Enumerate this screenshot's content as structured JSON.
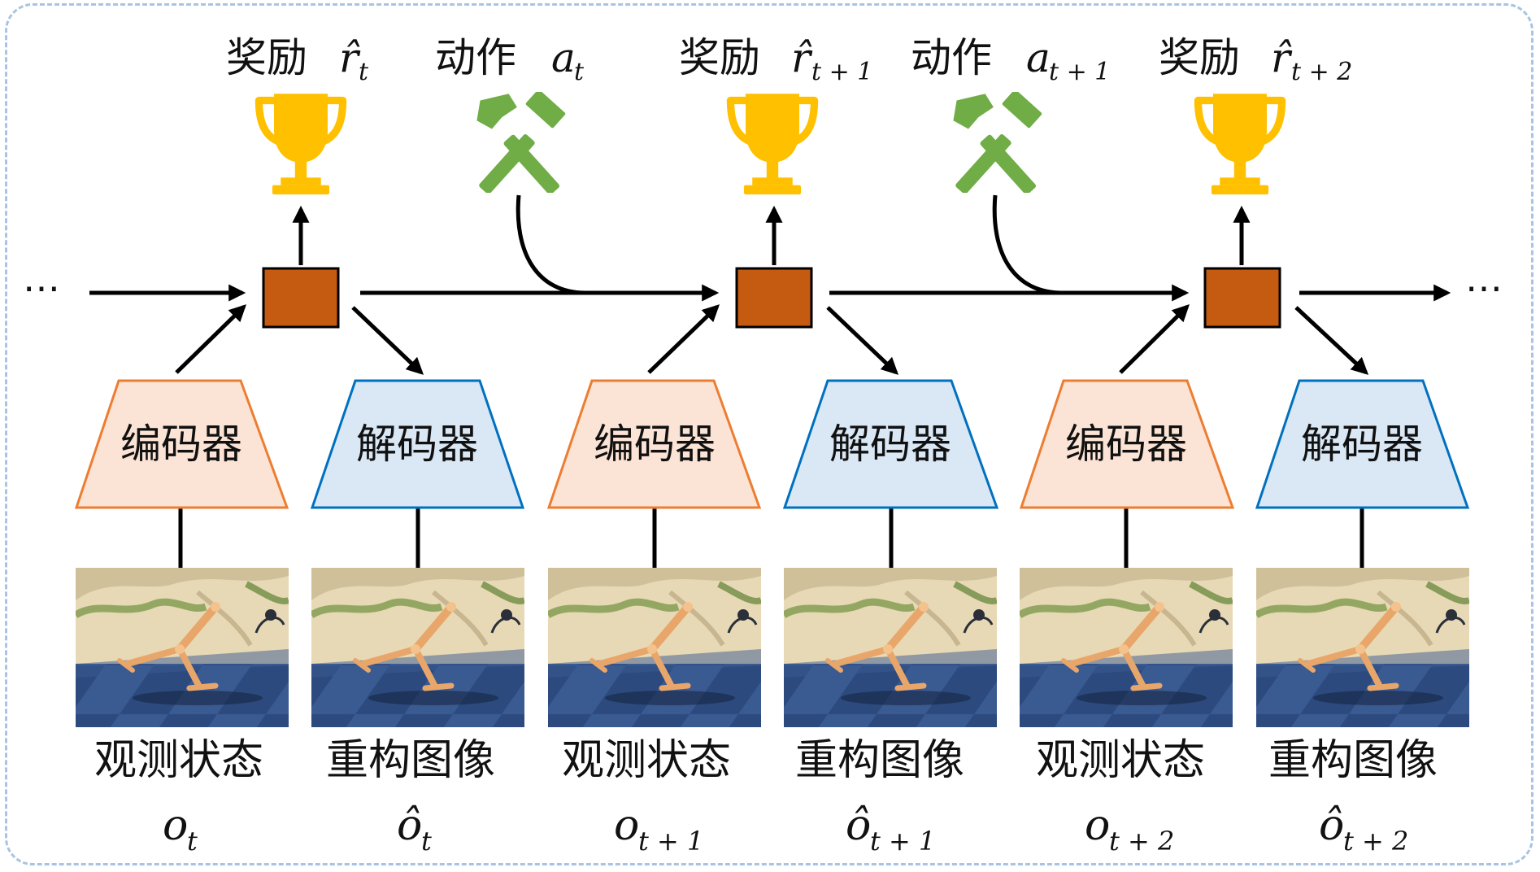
{
  "diagram": {
    "ellipsis": "⋯",
    "rewards": [
      {
        "label": "奖励",
        "symbol": "r̂",
        "sub": "t"
      },
      {
        "label": "奖励",
        "symbol": "r̂",
        "sub": "t + 1"
      },
      {
        "label": "奖励",
        "symbol": "r̂",
        "sub": "t + 2"
      }
    ],
    "actions": [
      {
        "label": "动作",
        "symbol": "a",
        "sub": "t"
      },
      {
        "label": "动作",
        "symbol": "a",
        "sub": "t + 1"
      }
    ],
    "encoder_label": "编码器",
    "decoder_label": "解码器",
    "observations": [
      {
        "caption": "观测状态",
        "symbol": "o",
        "sub": "t"
      },
      {
        "caption": "观测状态",
        "symbol": "o",
        "sub": "t + 1"
      },
      {
        "caption": "观测状态",
        "symbol": "o",
        "sub": "t + 2"
      }
    ],
    "reconstructions": [
      {
        "caption": "重构图像",
        "symbol": "ô",
        "sub": "t"
      },
      {
        "caption": "重构图像",
        "symbol": "ô",
        "sub": "t + 1"
      },
      {
        "caption": "重构图像",
        "symbol": "ô",
        "sub": "t + 2"
      }
    ],
    "colors": {
      "state": "#c55a11",
      "encoder_fill": "#fbe4d5",
      "encoder_stroke": "#ed7d31",
      "decoder_fill": "#dae8f5",
      "decoder_stroke": "#0070c0",
      "trophy": "#ffc000",
      "tools": "#70ad47",
      "frame": "#a9c4e2"
    }
  }
}
